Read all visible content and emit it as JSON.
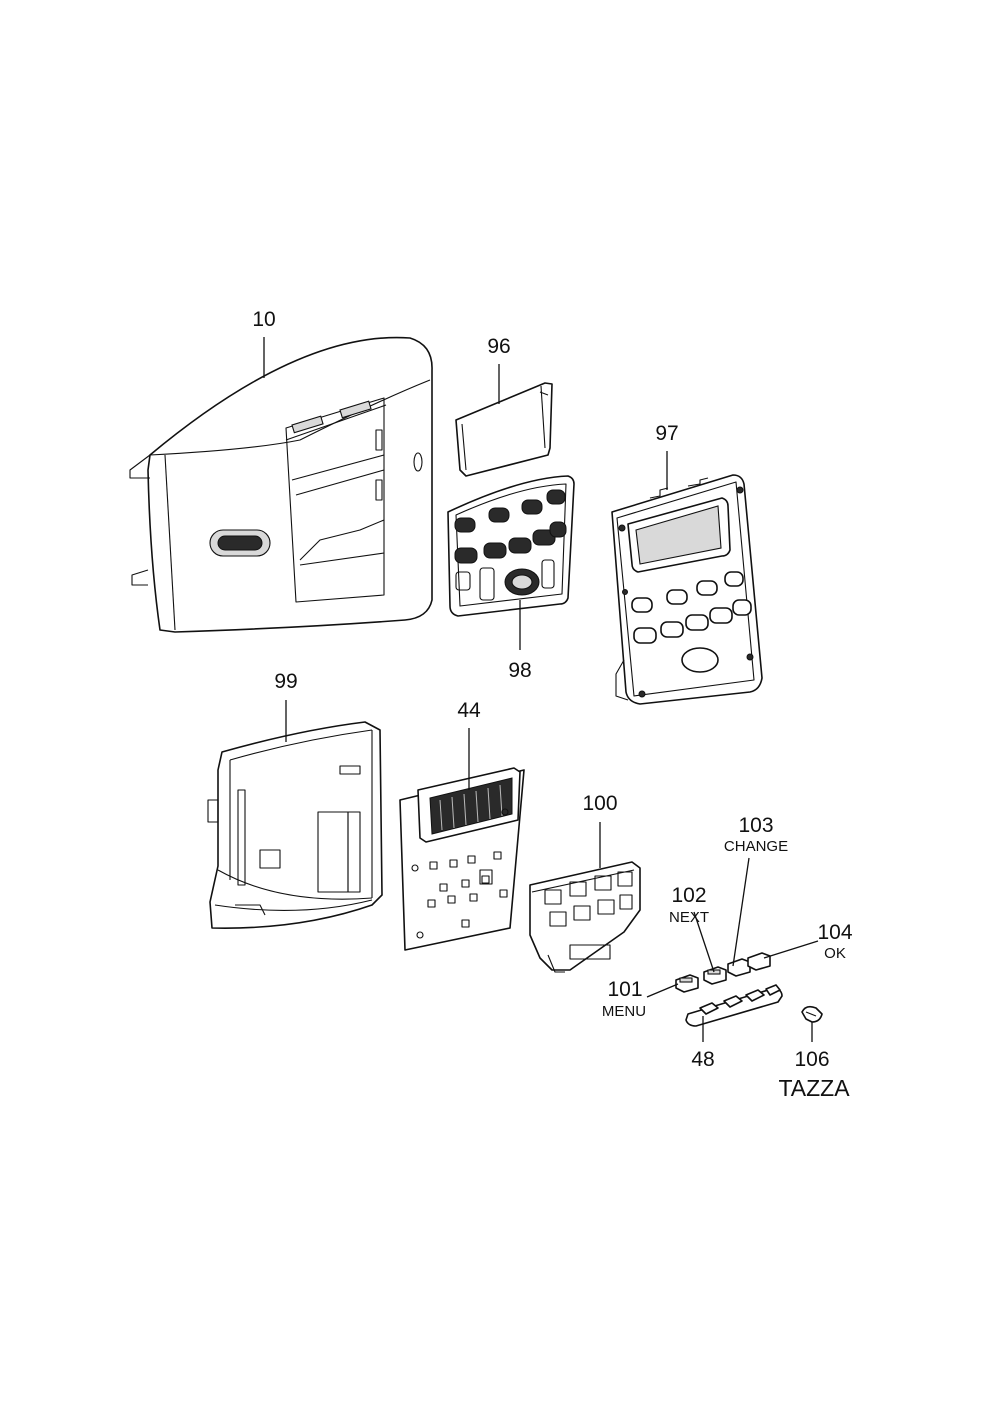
{
  "parts": {
    "p10": {
      "number": "10"
    },
    "p96": {
      "number": "96"
    },
    "p97": {
      "number": "97"
    },
    "p98": {
      "number": "98"
    },
    "p99": {
      "number": "99"
    },
    "p44": {
      "number": "44"
    },
    "p100": {
      "number": "100"
    },
    "p103": {
      "number": "103",
      "caption": "CHANGE"
    },
    "p102": {
      "number": "102",
      "caption": "NEXT"
    },
    "p104": {
      "number": "104",
      "caption": "OK"
    },
    "p101": {
      "number": "101",
      "caption": "MENU"
    },
    "p48": {
      "number": "48"
    },
    "p106": {
      "number": "106",
      "caption": "TAZZA"
    }
  },
  "colors": {
    "line": "#111111",
    "background": "#ffffff",
    "shade": "#d9d9d9"
  }
}
